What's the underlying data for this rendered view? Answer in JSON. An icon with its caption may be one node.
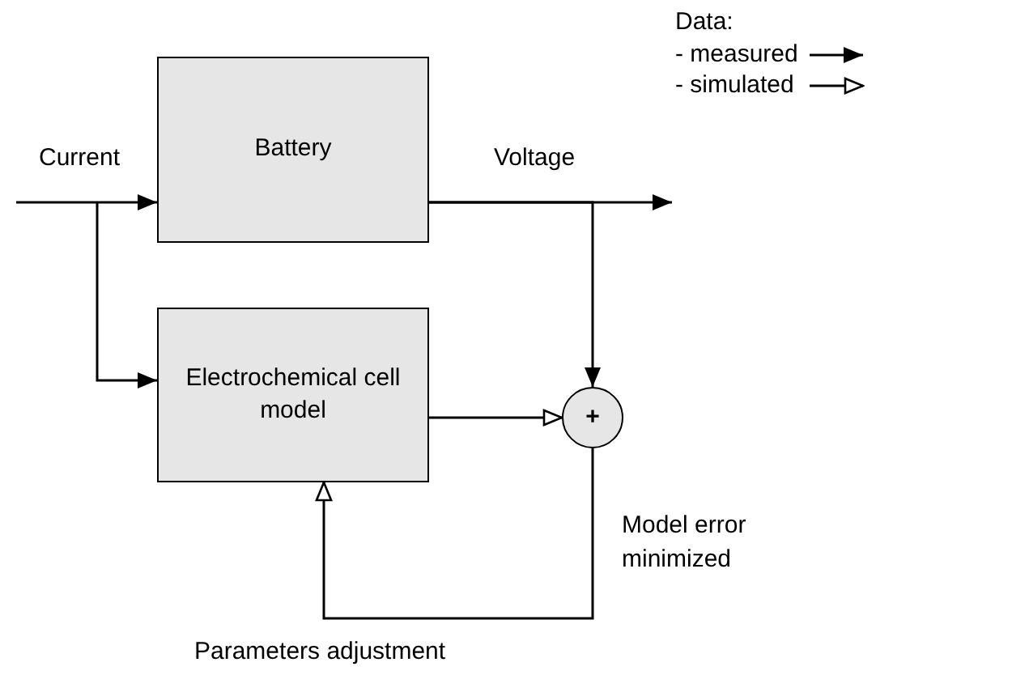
{
  "diagram": {
    "nodes": [
      {
        "text": [
          "Battery"
        ]
      },
      {
        "text": [
          "Electrochemical cell model"
        ]
      },
      {
        "text": [
          "+"
        ],
        "beside": [
          "Model error minimized"
        ]
      }
    ],
    "edges": [
      {
        "from": null,
        "to": 0,
        "arrow": "to",
        "label": "Current"
      },
      {
        "from": null,
        "to": 1,
        "arrow": "to"
      },
      {
        "from": 0,
        "to": null,
        "arrow": "to",
        "label": "Voltage"
      },
      {
        "from": 0,
        "to": 2,
        "arrow": "to"
      },
      {
        "from": 1,
        "to": 2,
        "arrow": "to"
      },
      {
        "from": 2,
        "to": 1,
        "arrow": "to",
        "label": "Parameters adjustment"
      }
    ],
    "labels": [
      "Data:"
    ],
    "legend": [
      {
        "text": "- measured"
      },
      {
        "text": "- simulated"
      }
    ]
  }
}
